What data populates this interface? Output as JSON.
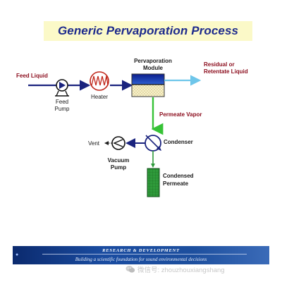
{
  "title": "Generic Pervaporation Process",
  "labels": {
    "feed_liquid": "Feed Liquid",
    "feed_pump_line1": "Feed",
    "feed_pump_line2": "Pump",
    "heater": "Heater",
    "module_line1": "Pervaporation",
    "module_line2": "Module",
    "residual_line1": "Residual or",
    "residual_line2": "Retentate Liquid",
    "permeate_vapor": "Permeate Vapor",
    "vent": "Vent",
    "condenser": "Condenser",
    "vacuum_line1": "Vacuum",
    "vacuum_line2": "Pump",
    "condensed_line1": "Condensed",
    "condensed_line2": "Permeate"
  },
  "footer": {
    "top": "RESEARCH & DEVELOPMENT",
    "subtitle": "Building a scientific foundation for sound environmental decisions",
    "marker": "●"
  },
  "watermark": "微信号: zhouzhouxiangshang",
  "colors": {
    "title_bg": "#fbf9c8",
    "title_text": "#1d2a8c",
    "liquid_line": "#1a237e",
    "residual_line": "#6ec6ea",
    "vapor_line": "#36c236",
    "heater": "#c0271a",
    "permeate_fill": "#2e9a3a",
    "label_red": "#8b0c1c"
  },
  "icons": [
    "feed-pump-icon",
    "heater-icon",
    "module-icon",
    "condenser-icon",
    "vacuum-pump-icon",
    "condensed-permeate-icon",
    "wechat-icon"
  ]
}
